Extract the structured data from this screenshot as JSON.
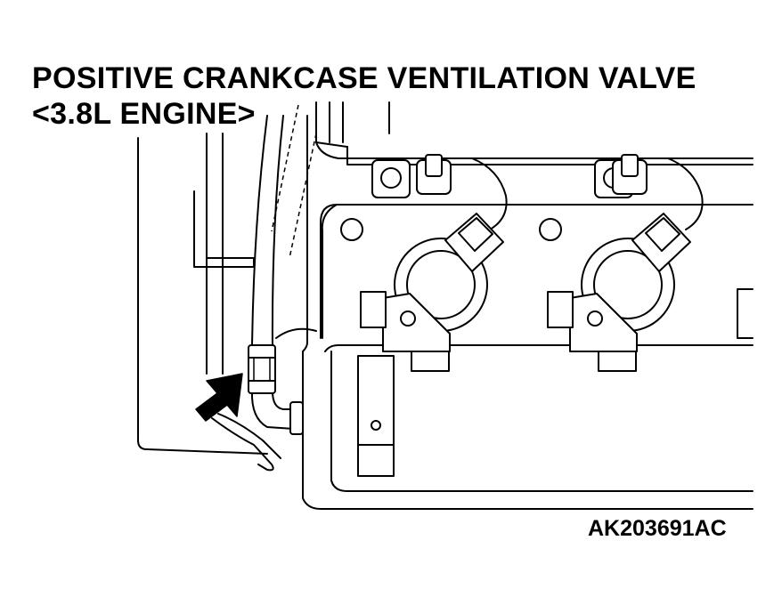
{
  "diagram": {
    "title_line1": "POSITIVE CRANKCASE VENTILATION VALVE",
    "title_line2": "<3.8L ENGINE>",
    "figure_id": "AK203691AC"
  },
  "icons": {
    "pointer": "black-arrow-icon"
  }
}
